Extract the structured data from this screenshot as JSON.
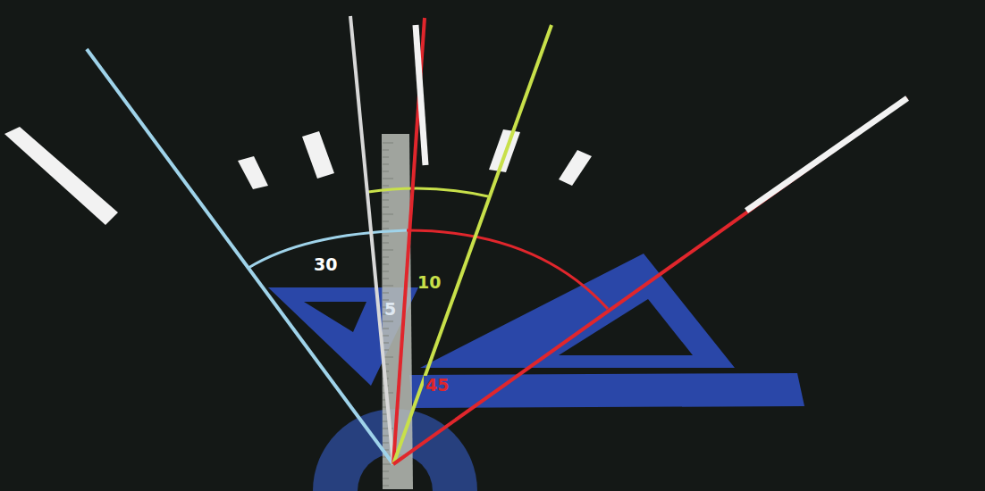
{
  "diagram": {
    "labels": [
      "30",
      "5",
      "10",
      "45"
    ]
  }
}
